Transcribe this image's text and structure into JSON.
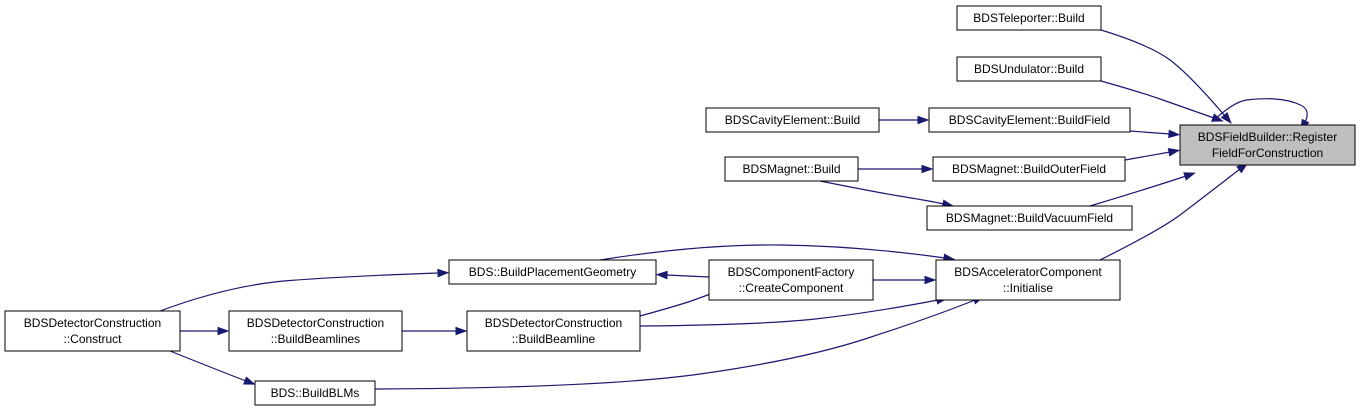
{
  "nodes": [
    {
      "id": "root",
      "lines": [
        "BDSFieldBuilder::Register",
        "FieldForConstruction"
      ],
      "highlight": true
    },
    {
      "id": "teleporter",
      "lines": [
        "BDSTeleporter::Build"
      ]
    },
    {
      "id": "undulator",
      "lines": [
        "BDSUndulator::Build"
      ]
    },
    {
      "id": "cavity_buildfield",
      "lines": [
        "BDSCavityElement::BuildField"
      ]
    },
    {
      "id": "cavity_build",
      "lines": [
        "BDSCavityElement::Build"
      ]
    },
    {
      "id": "magnet_outer",
      "lines": [
        "BDSMagnet::BuildOuterField"
      ]
    },
    {
      "id": "magnet_build",
      "lines": [
        "BDSMagnet::Build"
      ]
    },
    {
      "id": "magnet_vacuum",
      "lines": [
        "BDSMagnet::BuildVacuumField"
      ]
    },
    {
      "id": "acc_init",
      "lines": [
        "BDSAcceleratorComponent",
        "::Initialise"
      ]
    },
    {
      "id": "placement",
      "lines": [
        "BDS::BuildPlacementGeometry"
      ]
    },
    {
      "id": "factory",
      "lines": [
        "BDSComponentFactory",
        "::CreateComponent"
      ]
    },
    {
      "id": "det_construct",
      "lines": [
        "BDSDetectorConstruction",
        "::Construct"
      ]
    },
    {
      "id": "det_beamlines",
      "lines": [
        "BDSDetectorConstruction",
        "::BuildBeamlines"
      ]
    },
    {
      "id": "det_beamline",
      "lines": [
        "BDSDetectorConstruction",
        "::BuildBeamline"
      ]
    },
    {
      "id": "blms",
      "lines": [
        "BDS::BuildBLMs"
      ]
    }
  ],
  "edges": [
    {
      "from": "root",
      "to": "root"
    },
    {
      "from": "teleporter",
      "to": "root"
    },
    {
      "from": "undulator",
      "to": "root"
    },
    {
      "from": "cavity_buildfield",
      "to": "root"
    },
    {
      "from": "magnet_outer",
      "to": "root"
    },
    {
      "from": "magnet_vacuum",
      "to": "root"
    },
    {
      "from": "acc_init",
      "to": "root"
    },
    {
      "from": "cavity_build",
      "to": "cavity_buildfield"
    },
    {
      "from": "magnet_build",
      "to": "magnet_outer"
    },
    {
      "from": "magnet_build",
      "to": "magnet_vacuum"
    },
    {
      "from": "placement",
      "to": "acc_init"
    },
    {
      "from": "factory",
      "to": "acc_init"
    },
    {
      "from": "det_beamline",
      "to": "acc_init"
    },
    {
      "from": "blms",
      "to": "acc_init"
    },
    {
      "from": "det_construct",
      "to": "placement"
    },
    {
      "from": "factory",
      "to": "placement"
    },
    {
      "from": "det_beamline",
      "to": "factory"
    },
    {
      "from": "det_construct",
      "to": "det_beamlines"
    },
    {
      "from": "det_construct",
      "to": "blms"
    },
    {
      "from": "det_beamlines",
      "to": "det_beamline"
    }
  ],
  "colors": {
    "edge": "#191970",
    "root_fill": "#bfbfbf",
    "node_fill": "#ffffff"
  }
}
